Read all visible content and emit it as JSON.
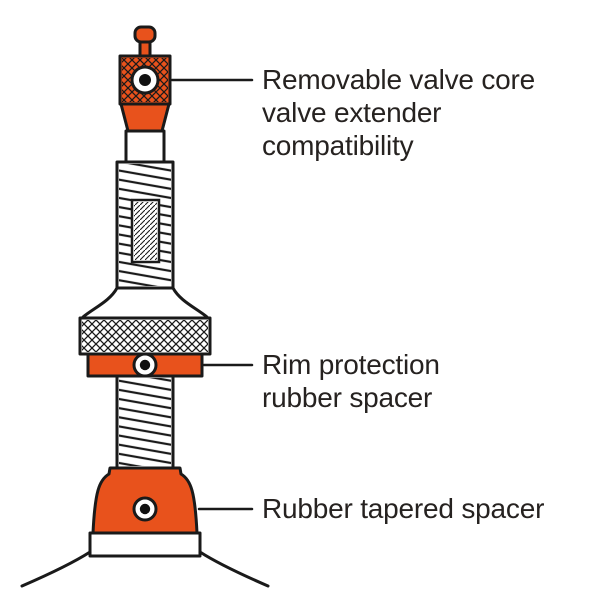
{
  "diagram": {
    "subject": "tubeless presta valve cutaway",
    "accent_color": "#E8521C",
    "outline_color": "#1A1A1A",
    "text_color": "#262220",
    "annotations": {
      "valve_core": {
        "line1": "Removable valve core",
        "line2": "valve extender",
        "line3": "compatibility"
      },
      "rim_spacer": {
        "line1": "Rim protection",
        "line2": "rubber spacer"
      },
      "tapered_spacer": {
        "line1": "Rubber tapered spacer"
      }
    }
  }
}
